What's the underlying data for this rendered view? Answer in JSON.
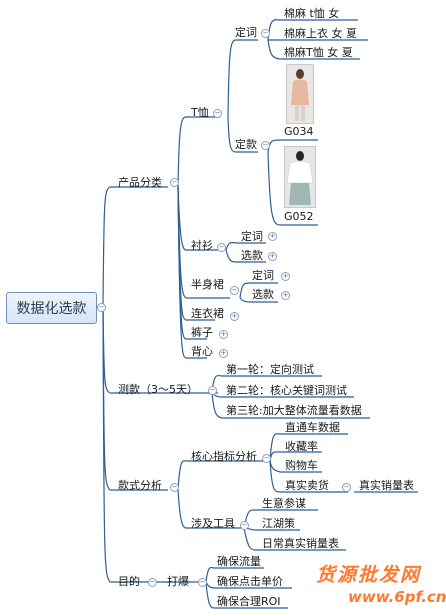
{
  "root": "数据化选款",
  "product": {
    "label": "产品分类",
    "tshirt": {
      "label": "T恤",
      "keywords": {
        "label": "定词",
        "items": [
          "棉麻 t恤 女",
          "棉麻上衣 女 夏",
          "棉麻T恤 女 夏"
        ]
      },
      "styles": {
        "label": "定款",
        "items": [
          "G034",
          "G052"
        ]
      }
    },
    "shirt": {
      "label": "衬衫",
      "children": [
        "定词",
        "选款"
      ]
    },
    "skirt": {
      "label": "半身裙",
      "children": [
        "定词",
        "选款"
      ]
    },
    "dress": "连衣裙",
    "pants": "裤子",
    "vest": "背心"
  },
  "test": {
    "label": "测款（3～5天）",
    "items": [
      "第一轮：定向测试",
      "第二轮：核心关键词测试",
      "第三轮:加大整体流量看数据"
    ]
  },
  "analysis": {
    "label": "款式分析",
    "core": {
      "label": "核心指标分析",
      "items": [
        "直通车数据",
        "收藏率",
        "购物车",
        "真实卖货"
      ],
      "sub": "真实销量表"
    },
    "tools": {
      "label": "涉及工具",
      "items": [
        "生意参谋",
        "江湖策",
        "日常真实销量表"
      ]
    }
  },
  "goal": {
    "label": "目的",
    "hit": "打爆",
    "items": [
      "确保流量",
      "确保点击单价",
      "确保合理ROI"
    ]
  },
  "watermark": {
    "line1": "货源批发网",
    "line2": "www.6pf.cn"
  }
}
